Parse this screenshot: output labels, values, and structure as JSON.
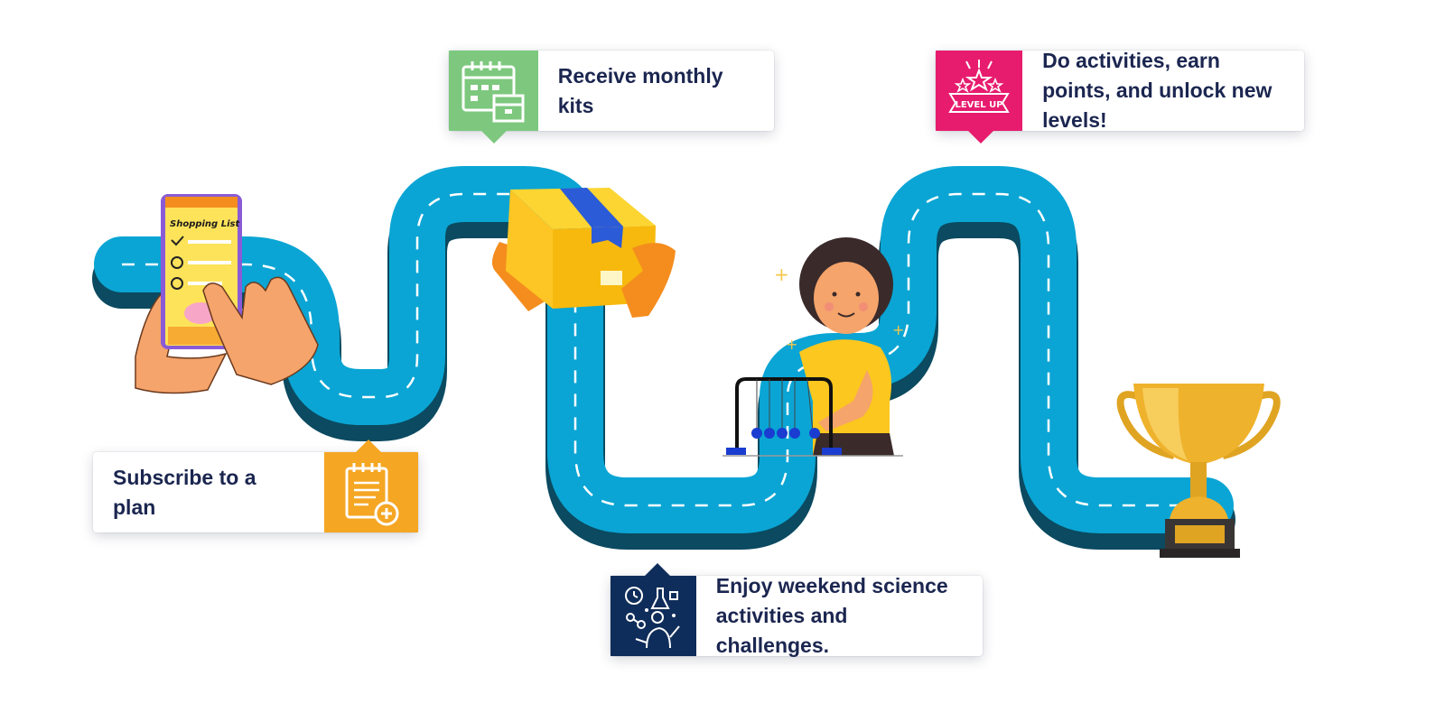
{
  "steps": [
    {
      "id": "subscribe",
      "label": "Subscribe to a plan",
      "icon": "notepad-add-icon",
      "color": "#f5a623"
    },
    {
      "id": "receive",
      "label": "Receive monthly kits",
      "icon": "calendar-box-icon",
      "color": "#7dc87e"
    },
    {
      "id": "enjoy",
      "label": "Enjoy weekend science activities and challenges.",
      "icon": "science-activity-icon",
      "color": "#0f2d5a"
    },
    {
      "id": "levelup",
      "label": "Do activities, earn points, and unlock new levels!",
      "icon": "level-up-icon",
      "color": "#e71c6e"
    }
  ],
  "illustrations": {
    "phone_title": "Shopping List",
    "badge_text": "LEVEL UP"
  },
  "colors": {
    "road": "#0aa5d4",
    "road_shadow": "#0b4a60",
    "dash": "#ffffff",
    "text": "#1b2650"
  }
}
